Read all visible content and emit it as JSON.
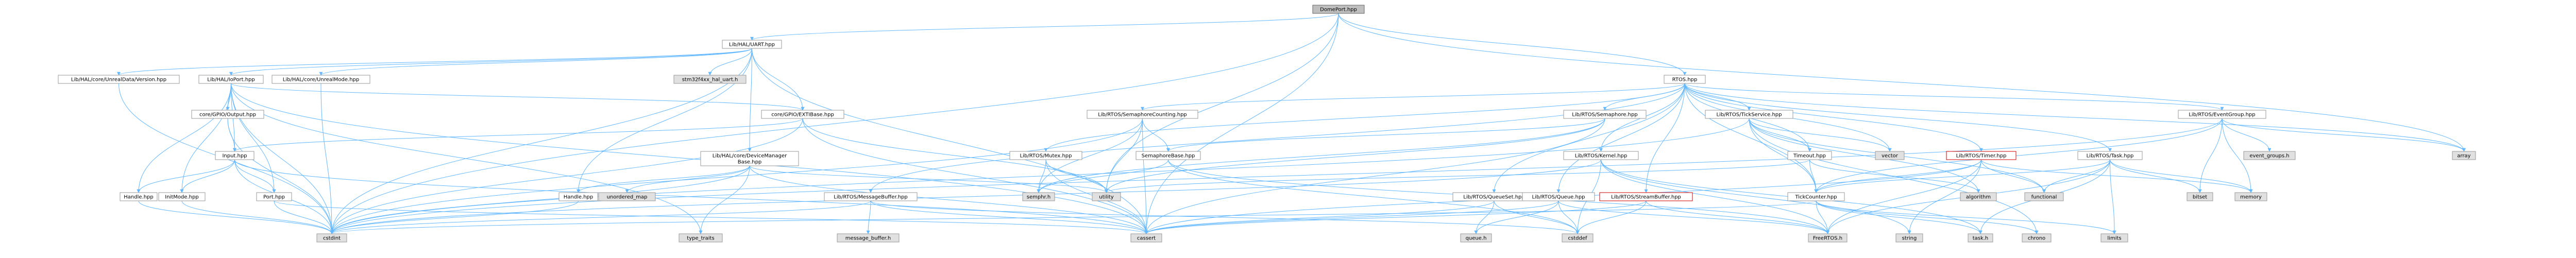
{
  "title": "DomePort.hpp",
  "colors": {
    "edge": "#63b8ff",
    "node_border": "#999999",
    "root_fill": "#bfbfbf",
    "external_fill": "#e0e0e0",
    "highlight_border": "#cc0000"
  },
  "nodes": [
    {
      "id": "domeport",
      "label": "DomePort.hpp",
      "kind": "root"
    },
    {
      "id": "uart",
      "label": "Lib/HAL/UART.hpp",
      "kind": "file"
    },
    {
      "id": "uartwrite",
      "label": "Lib/HAL/core/UnrealData/Version.hpp",
      "kind": "file"
    },
    {
      "id": "ioport",
      "label": "Lib/HAL/IoPort.hpp",
      "kind": "file"
    },
    {
      "id": "unrealmode",
      "label": "Lib/HAL/core/UnrealMode.hpp",
      "kind": "file"
    },
    {
      "id": "stmhal",
      "label": "stm32f4xx_hal_uart.h",
      "kind": "ext"
    },
    {
      "id": "gpiooutput",
      "label": "core/GPIO/Output.hpp",
      "kind": "file"
    },
    {
      "id": "exti",
      "label": "core/GPIO/EXTIBase.hpp",
      "kind": "file"
    },
    {
      "id": "input",
      "label": "Input.hpp",
      "kind": "file"
    },
    {
      "id": "devicemanager",
      "label": "Lib/HAL/core/DeviceManager\nBase.hpp",
      "kind": "file"
    },
    {
      "id": "handle",
      "label": "Handle.hpp",
      "kind": "file"
    },
    {
      "id": "initmode",
      "label": "InitMode.hpp",
      "kind": "file"
    },
    {
      "id": "port",
      "label": "Port.hpp",
      "kind": "file"
    },
    {
      "id": "handle2",
      "label": "Handle.hpp",
      "kind": "file"
    },
    {
      "id": "unordered",
      "label": "unordered_map",
      "kind": "ext"
    },
    {
      "id": "cstdint",
      "label": "cstdint",
      "kind": "ext"
    },
    {
      "id": "typetraits",
      "label": "type_traits",
      "kind": "ext"
    },
    {
      "id": "cassert",
      "label": "cassert",
      "kind": "ext"
    },
    {
      "id": "rtos",
      "label": "RTOS.hpp",
      "kind": "file"
    },
    {
      "id": "semcount",
      "label": "Lib/RTOS/SemaphoreCounting.hpp",
      "kind": "file"
    },
    {
      "id": "semaphore",
      "label": "Lib/RTOS/Semaphore.hpp",
      "kind": "file"
    },
    {
      "id": "tickservice",
      "label": "Lib/RTOS/TickService.hpp",
      "kind": "file"
    },
    {
      "id": "eventgroup",
      "label": "Lib/RTOS/EventGroup.hpp",
      "kind": "file"
    },
    {
      "id": "mutex",
      "label": "Lib/RTOS/Mutex.hpp",
      "kind": "file"
    },
    {
      "id": "sembase",
      "label": "SemaphoreBase.hpp",
      "kind": "file"
    },
    {
      "id": "kernel",
      "label": "Lib/RTOS/Kernel.hpp",
      "kind": "file"
    },
    {
      "id": "timeout",
      "label": "Timeout.hpp",
      "kind": "file"
    },
    {
      "id": "timer",
      "label": "Lib/RTOS/Timer.hpp",
      "kind": "red"
    },
    {
      "id": "task",
      "label": "Lib/RTOS/Task.hpp",
      "kind": "file"
    },
    {
      "id": "msgbuffer",
      "label": "Lib/RTOS/MessageBuffer.hpp",
      "kind": "file"
    },
    {
      "id": "queueset",
      "label": "Lib/RTOS/QueueSet.hpp",
      "kind": "file"
    },
    {
      "id": "queue",
      "label": "Lib/RTOS/Queue.hpp",
      "kind": "file"
    },
    {
      "id": "streambuffer",
      "label": "Lib/RTOS/StreamBuffer.hpp",
      "kind": "red"
    },
    {
      "id": "tickcounter",
      "label": "TickCounter.hpp",
      "kind": "file"
    },
    {
      "id": "semphr",
      "label": "semphr.h",
      "kind": "ext"
    },
    {
      "id": "utility",
      "label": "utility",
      "kind": "ext"
    },
    {
      "id": "msgbufferh",
      "label": "message_buffer.h",
      "kind": "ext"
    },
    {
      "id": "queueh",
      "label": "queue.h",
      "kind": "ext"
    },
    {
      "id": "cstddef",
      "label": "cstddef",
      "kind": "ext"
    },
    {
      "id": "freertos",
      "label": "FreeRTOS.h",
      "kind": "ext"
    },
    {
      "id": "string",
      "label": "string",
      "kind": "ext"
    },
    {
      "id": "taskh",
      "label": "task.h",
      "kind": "ext"
    },
    {
      "id": "algorithm",
      "label": "algorithm",
      "kind": "ext"
    },
    {
      "id": "functional",
      "label": "functional",
      "kind": "ext"
    },
    {
      "id": "chrono",
      "label": "chrono",
      "kind": "ext"
    },
    {
      "id": "limits",
      "label": "limits",
      "kind": "ext"
    },
    {
      "id": "vector",
      "label": "vector",
      "kind": "ext"
    },
    {
      "id": "eventgroupsh",
      "label": "event_groups.h",
      "kind": "ext"
    },
    {
      "id": "bitset",
      "label": "bitset",
      "kind": "ext"
    },
    {
      "id": "memory",
      "label": "memory",
      "kind": "ext"
    },
    {
      "id": "array",
      "label": "array",
      "kind": "ext"
    }
  ],
  "edges": [
    [
      "domeport",
      "uart"
    ],
    [
      "domeport",
      "rtos"
    ],
    [
      "domeport",
      "array"
    ],
    [
      "domeport",
      "cstdint"
    ],
    [
      "domeport",
      "cassert"
    ],
    [
      "domeport",
      "utility"
    ],
    [
      "uart",
      "uartwrite"
    ],
    [
      "uart",
      "ioport"
    ],
    [
      "uart",
      "unrealmode"
    ],
    [
      "uart",
      "stmhal"
    ],
    [
      "uart",
      "devicemanager"
    ],
    [
      "uart",
      "exti"
    ],
    [
      "uart",
      "cassert"
    ],
    [
      "uart",
      "cstdint"
    ],
    [
      "uart",
      "handle"
    ],
    [
      "uartwrite",
      "cstdint"
    ],
    [
      "ioport",
      "gpiooutput"
    ],
    [
      "ioport",
      "exti"
    ],
    [
      "ioport",
      "input"
    ],
    [
      "ioport",
      "port"
    ],
    [
      "ioport",
      "handle2"
    ],
    [
      "ioport",
      "initmode"
    ],
    [
      "ioport",
      "cstdint"
    ],
    [
      "ioport",
      "cassert"
    ],
    [
      "ioport",
      "typetraits"
    ],
    [
      "unrealmode",
      "cstdint"
    ],
    [
      "gpiooutput",
      "input"
    ],
    [
      "gpiooutput",
      "cstdint"
    ],
    [
      "exti",
      "cstdint"
    ],
    [
      "exti",
      "input"
    ],
    [
      "exti",
      "cassert"
    ],
    [
      "exti",
      "utility"
    ],
    [
      "input",
      "port"
    ],
    [
      "input",
      "handle2"
    ],
    [
      "input",
      "initmode"
    ],
    [
      "input",
      "cstdint"
    ],
    [
      "input",
      "cassert"
    ],
    [
      "port",
      "cstdint"
    ],
    [
      "port",
      "cassert"
    ],
    [
      "handle2",
      "cstdint"
    ],
    [
      "initmode",
      "cstdint"
    ],
    [
      "devicemanager",
      "unordered"
    ],
    [
      "devicemanager",
      "cstdint"
    ],
    [
      "devicemanager",
      "typetraits"
    ],
    [
      "devicemanager",
      "cassert"
    ],
    [
      "devicemanager",
      "utility"
    ],
    [
      "devicemanager",
      "handle"
    ],
    [
      "handle",
      "cstdint"
    ],
    [
      "rtos",
      "semcount"
    ],
    [
      "rtos",
      "semaphore"
    ],
    [
      "rtos",
      "tickservice"
    ],
    [
      "rtos",
      "eventgroup"
    ],
    [
      "rtos",
      "mutex"
    ],
    [
      "rtos",
      "kernel"
    ],
    [
      "rtos",
      "timeout"
    ],
    [
      "rtos",
      "timer"
    ],
    [
      "rtos",
      "task"
    ],
    [
      "rtos",
      "msgbuffer"
    ],
    [
      "rtos",
      "queueset"
    ],
    [
      "rtos",
      "queue"
    ],
    [
      "rtos",
      "streambuffer"
    ],
    [
      "rtos",
      "tickcounter"
    ],
    [
      "rtos",
      "vector"
    ],
    [
      "rtos",
      "array"
    ],
    [
      "semcount",
      "sembase"
    ],
    [
      "semcount",
      "cstdint"
    ],
    [
      "semcount",
      "cassert"
    ],
    [
      "semcount",
      "utility"
    ],
    [
      "semcount",
      "semphr"
    ],
    [
      "semaphore",
      "sembase"
    ],
    [
      "semaphore",
      "cassert"
    ],
    [
      "semaphore",
      "semphr"
    ],
    [
      "semaphore",
      "utility"
    ],
    [
      "tickservice",
      "timeout"
    ],
    [
      "tickservice",
      "tickcounter"
    ],
    [
      "tickservice",
      "chrono"
    ],
    [
      "tickservice",
      "cstdint"
    ],
    [
      "tickservice",
      "functional"
    ],
    [
      "tickservice",
      "algorithm"
    ],
    [
      "tickservice",
      "vector"
    ],
    [
      "eventgroup",
      "eventgroupsh"
    ],
    [
      "eventgroup",
      "bitset"
    ],
    [
      "eventgroup",
      "memory"
    ],
    [
      "eventgroup",
      "cstdint"
    ],
    [
      "eventgroup",
      "tickcounter"
    ],
    [
      "eventgroup",
      "array"
    ],
    [
      "mutex",
      "semphr"
    ],
    [
      "mutex",
      "utility"
    ],
    [
      "mutex",
      "cassert"
    ],
    [
      "sembase",
      "freertos"
    ],
    [
      "sembase",
      "semphr"
    ],
    [
      "sembase",
      "cstddef"
    ],
    [
      "kernel",
      "freertos"
    ],
    [
      "kernel",
      "taskh"
    ],
    [
      "kernel",
      "cstdint"
    ],
    [
      "kernel",
      "cstddef"
    ],
    [
      "kernel",
      "string"
    ],
    [
      "timeout",
      "tickcounter"
    ],
    [
      "timeout",
      "algorithm"
    ],
    [
      "timeout",
      "utility"
    ],
    [
      "timer",
      "freertos"
    ],
    [
      "timer",
      "tickcounter"
    ],
    [
      "timer",
      "functional"
    ],
    [
      "timer",
      "memory"
    ],
    [
      "timer",
      "string"
    ],
    [
      "timer",
      "cassert"
    ],
    [
      "task",
      "taskh"
    ],
    [
      "task",
      "freertos"
    ],
    [
      "task",
      "functional"
    ],
    [
      "task",
      "limits"
    ],
    [
      "task",
      "memory"
    ],
    [
      "task",
      "bitset"
    ],
    [
      "task",
      "tickcounter"
    ],
    [
      "msgbuffer",
      "msgbufferh"
    ],
    [
      "msgbuffer",
      "cstddef"
    ],
    [
      "msgbuffer",
      "cassert"
    ],
    [
      "msgbuffer",
      "cstdint"
    ],
    [
      "queueset",
      "queueh"
    ],
    [
      "queueset",
      "cstddef"
    ],
    [
      "queueset",
      "cassert"
    ],
    [
      "queue",
      "queueh"
    ],
    [
      "queue",
      "cstddef"
    ],
    [
      "queue",
      "freertos"
    ],
    [
      "queue",
      "cassert"
    ],
    [
      "streambuffer",
      "freertos"
    ],
    [
      "streambuffer",
      "cstddef"
    ],
    [
      "streambuffer",
      "cassert"
    ],
    [
      "tickcounter",
      "chrono"
    ],
    [
      "tickcounter",
      "limits"
    ],
    [
      "tickcounter",
      "freertos"
    ],
    [
      "tickcounter",
      "taskh"
    ],
    [
      "tickcounter",
      "cstdint"
    ]
  ]
}
